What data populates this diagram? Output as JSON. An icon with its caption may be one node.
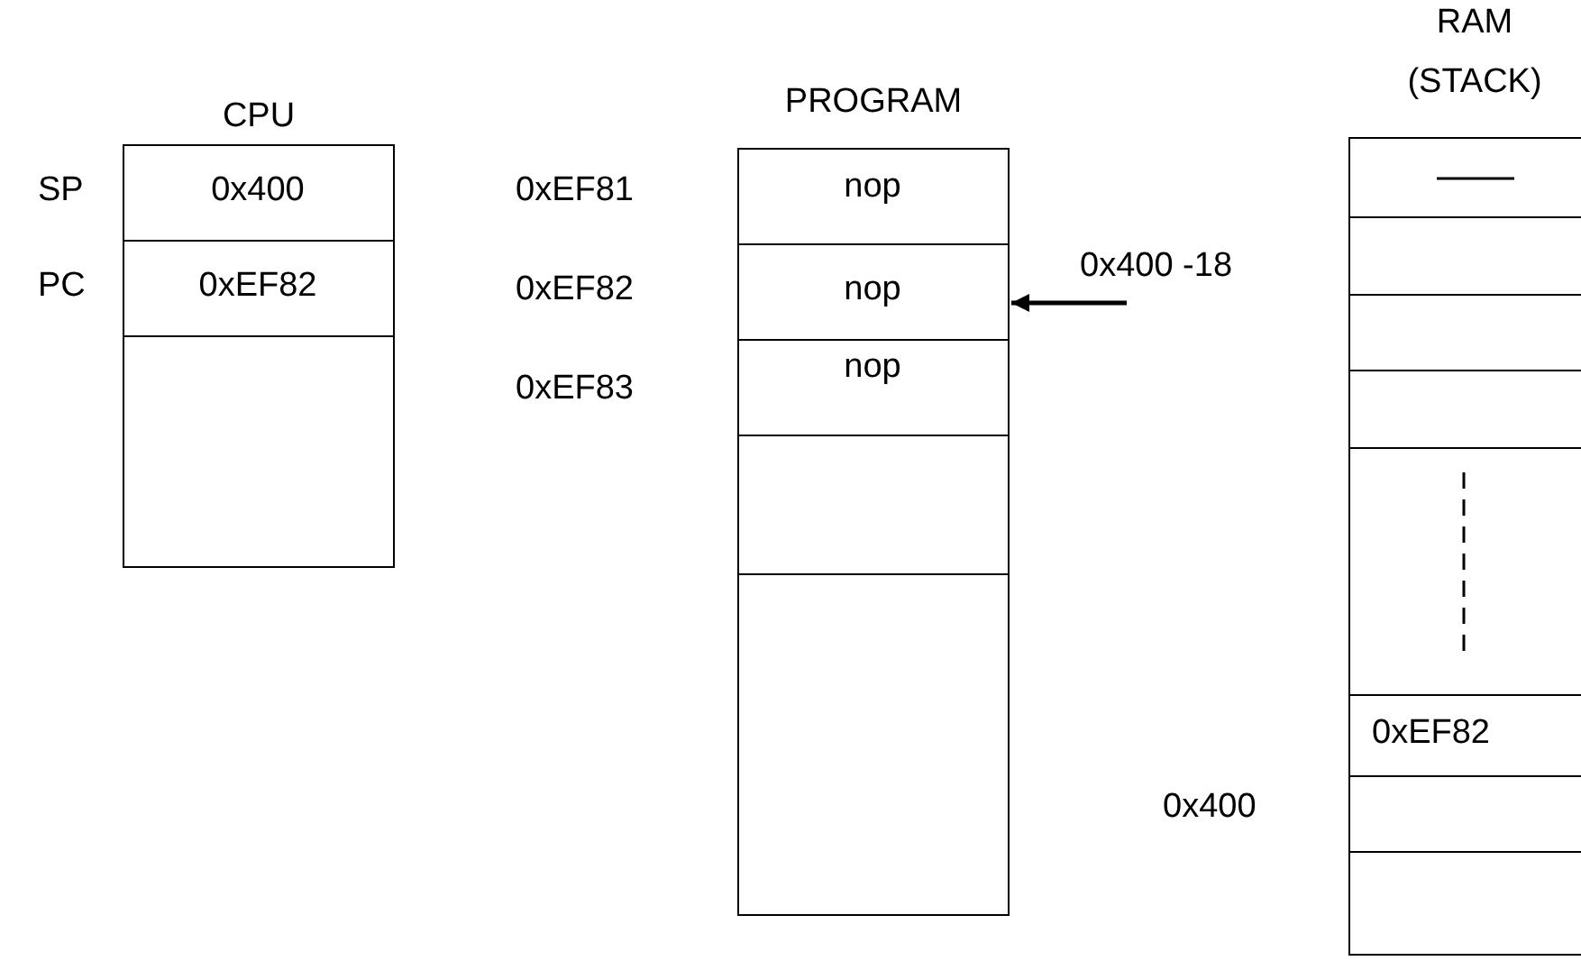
{
  "diagram": {
    "nodes": [
      {
        "text": [
          "CPU"
        ]
      },
      {
        "text": [
          "0x400"
        ],
        "in": 0,
        "beside": [
          "SP"
        ]
      },
      {
        "text": [
          "0xEF82"
        ],
        "in": 0,
        "beside": [
          "PC"
        ]
      },
      {
        "text": [],
        "shape": "box",
        "in": 0
      },
      {
        "text": [
          "PROGRAM"
        ]
      },
      {
        "text": [
          "nop"
        ],
        "in": 4,
        "beside": [
          "0xEF81"
        ]
      },
      {
        "text": [
          "nop"
        ],
        "in": 4,
        "beside": [
          "0xEF82"
        ]
      },
      {
        "text": [
          "nop"
        ],
        "in": 4,
        "beside": [
          "0xEF83"
        ]
      },
      {
        "text": [],
        "shape": "box",
        "in": 4
      },
      {
        "text": [],
        "shape": "box",
        "in": 4
      },
      {
        "text": [
          "RAM (STACK)"
        ]
      },
      {
        "text": [],
        "shape": "box",
        "in": 10
      },
      {
        "text": [],
        "shape": "box",
        "in": 10,
        "beside": [
          "0x400 -18"
        ]
      },
      {
        "text": [],
        "shape": "box",
        "in": 10
      },
      {
        "text": [],
        "shape": "box",
        "in": 10
      },
      {
        "text": [],
        "shape": "box",
        "in": 10
      },
      {
        "text": [
          "0xEF82"
        ],
        "in": 10
      },
      {
        "text": [],
        "shape": "box",
        "in": 10,
        "beside": [
          "0x400"
        ]
      },
      {
        "text": [],
        "shape": "box",
        "in": 10
      }
    ],
    "edges": [
      {
        "from": null,
        "to": 6,
        "arrow": "to"
      }
    ]
  }
}
